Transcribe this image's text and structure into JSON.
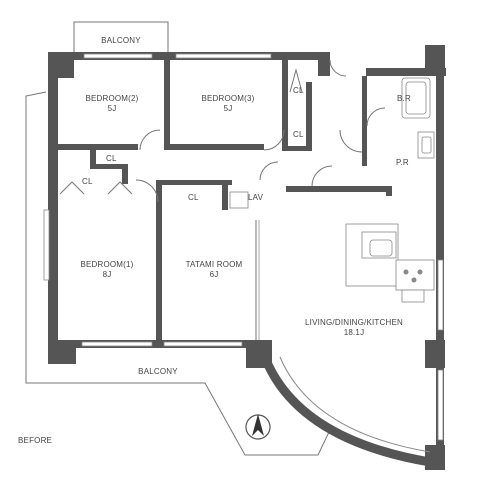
{
  "balcony_top": "BALCONY",
  "balcony_bottom": "BALCONY",
  "before_label": "BEFORE",
  "rooms": {
    "bedroom2": {
      "name": "BEDROOM(2)",
      "size": "5J"
    },
    "bedroom3": {
      "name": "BEDROOM(3)",
      "size": "5J"
    },
    "bedroom1": {
      "name": "BEDROOM(1)",
      "size": "8J"
    },
    "tatami": {
      "name": "TATAMI ROOM",
      "size": "6J"
    },
    "ldk": {
      "name": "LIVING/DINING/KITCHEN",
      "size": "18.1J"
    }
  },
  "closets": {
    "cl_bed3": "CL",
    "cl_hall": "CL",
    "cl_bed2": "CL",
    "cl_bed1": "CL",
    "cl_tatami": "CL",
    "lav": "LAV"
  },
  "utility": {
    "bath": "B.R",
    "powder": "P.R"
  },
  "colors": {
    "wall": "#555555",
    "fixture": "#888888",
    "text": "#444444"
  }
}
